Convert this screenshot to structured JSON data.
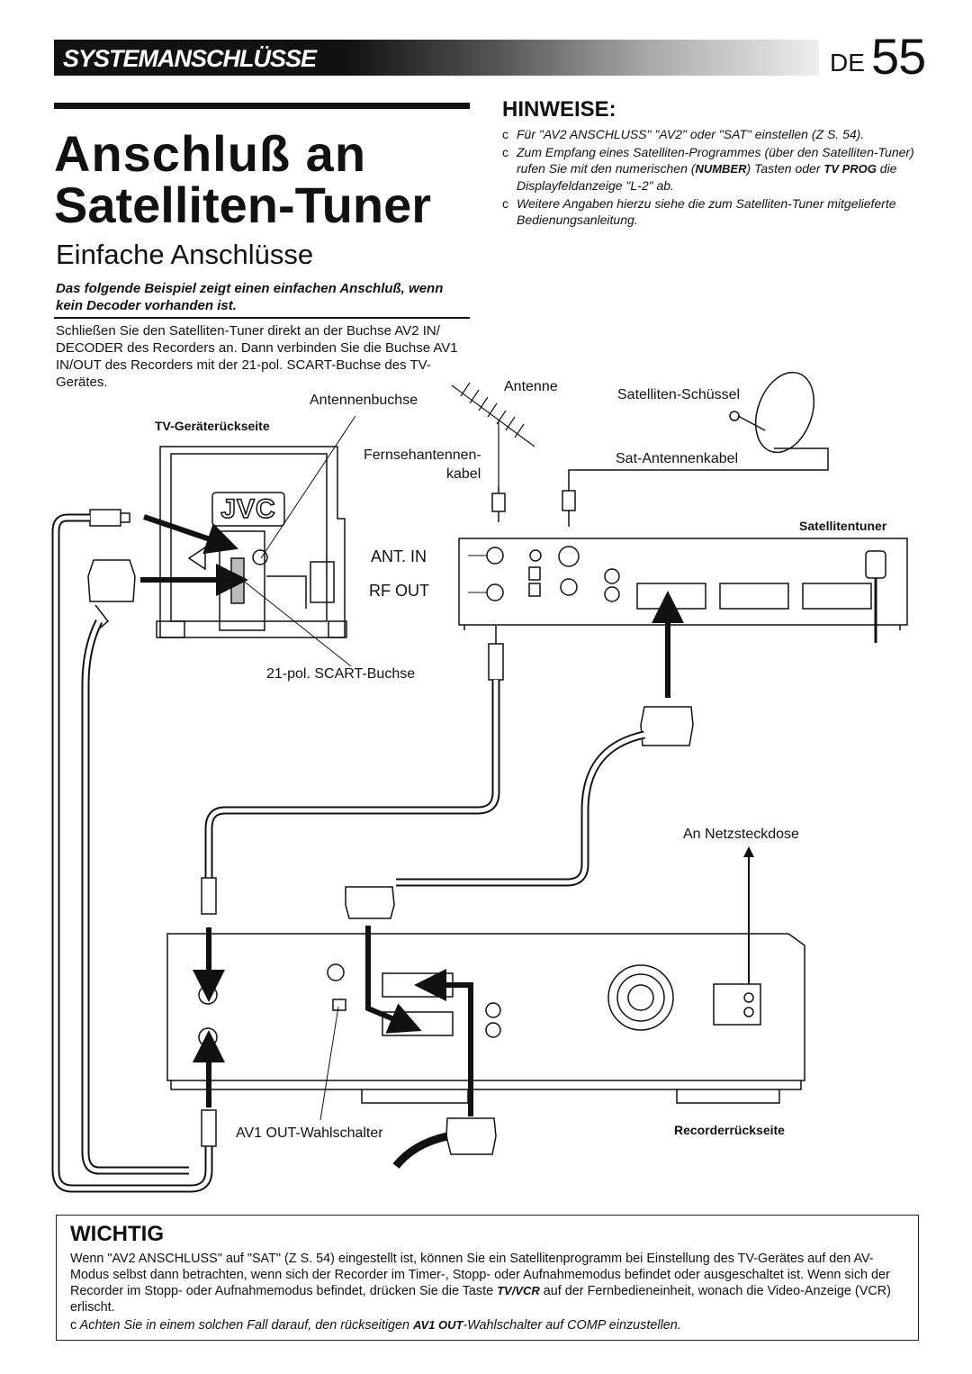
{
  "header": {
    "section": "SYSTEMANSCHLÜSSE",
    "lang": "DE",
    "page": "55"
  },
  "title": {
    "line1": "Anschluß an",
    "line2": "Satelliten-Tuner"
  },
  "subtitle": "Einfache Anschlüsse",
  "intro": {
    "bold": "Das folgende Beispiel zeigt einen einfachen Anschluß, wenn kein Decoder vorhanden ist.",
    "body": "Schließen Sie den Satelliten-Tuner direkt an der Buchse AV2 IN/ DECODER des Recorders an. Dann verbinden Sie die Buchse AV1 IN/OUT des Recorders mit der 21-pol. SCART-Buchse des TV-Gerätes."
  },
  "notes": {
    "title": "HINWEISE:",
    "bullet": "c",
    "n1": "Für \"AV2 ANSCHLUSS\" \"AV2\" oder \"SAT\" einstellen (Z  S. 54).",
    "n2a": "Zum Empfang eines Satelliten-Programmes (über den Satelliten-Tuner) rufen Sie mit den numerischen (",
    "n2key1": "NUMBER",
    "n2b": ") Tasten oder ",
    "n2key2": "TV PROG",
    "n2c": " die Displayfeldanzeige \"L-2\" ab.",
    "n3": "Weitere Angaben hierzu siehe die zum Satelliten-Tuner mitgelieferte Bedienungsanleitung."
  },
  "diagram": {
    "antennenbuchse": "Antennenbuchse",
    "tv_rear": "TV-Geräterückseite",
    "antenne": "Antenne",
    "dish": "Satelliten-Schüssel",
    "fernseh1": "Fernsehantennen-",
    "fernseh2": "kabel",
    "sat_cable": "Sat-Antennenkabel",
    "sat_tuner": "Satellitentuner",
    "ant_in": "ANT. IN",
    "rf_out": "RF OUT",
    "scart": "21-pol. SCART-Buchse",
    "mains": "An Netzsteckdose",
    "av1_switch": "AV1 OUT-Wahlschalter",
    "recorder_rear": "Recorderrückseite",
    "jvc_logo": "JVC"
  },
  "important": {
    "title": "WICHTIG",
    "body_a": "Wenn \"AV2 ANSCHLUSS\" auf \"SAT\" (Z  S. 54) eingestellt ist, können Sie ein Satellitenprogramm bei Einstellung des TV-Gerätes auf den AV-Modus selbst dann betrachten, wenn sich der Recorder im Timer-, Stopp- oder Aufnahmemodus befindet oder ausgeschaltet ist. Wenn sich der Recorder im Stopp- oder Aufnahmemodus befindet, drücken Sie die Taste ",
    "body_key": "TV/VCR",
    "body_b": " auf der Fernbedieneinheit, wonach die Video-Anzeige (VCR) erlischt.",
    "note_bullet": "c",
    "note_a": "Achten Sie in einem solchen Fall darauf, den rückseitigen ",
    "note_key": "AV1 OUT",
    "note_b": "-Wahlschalter auf COMP einzustellen."
  }
}
